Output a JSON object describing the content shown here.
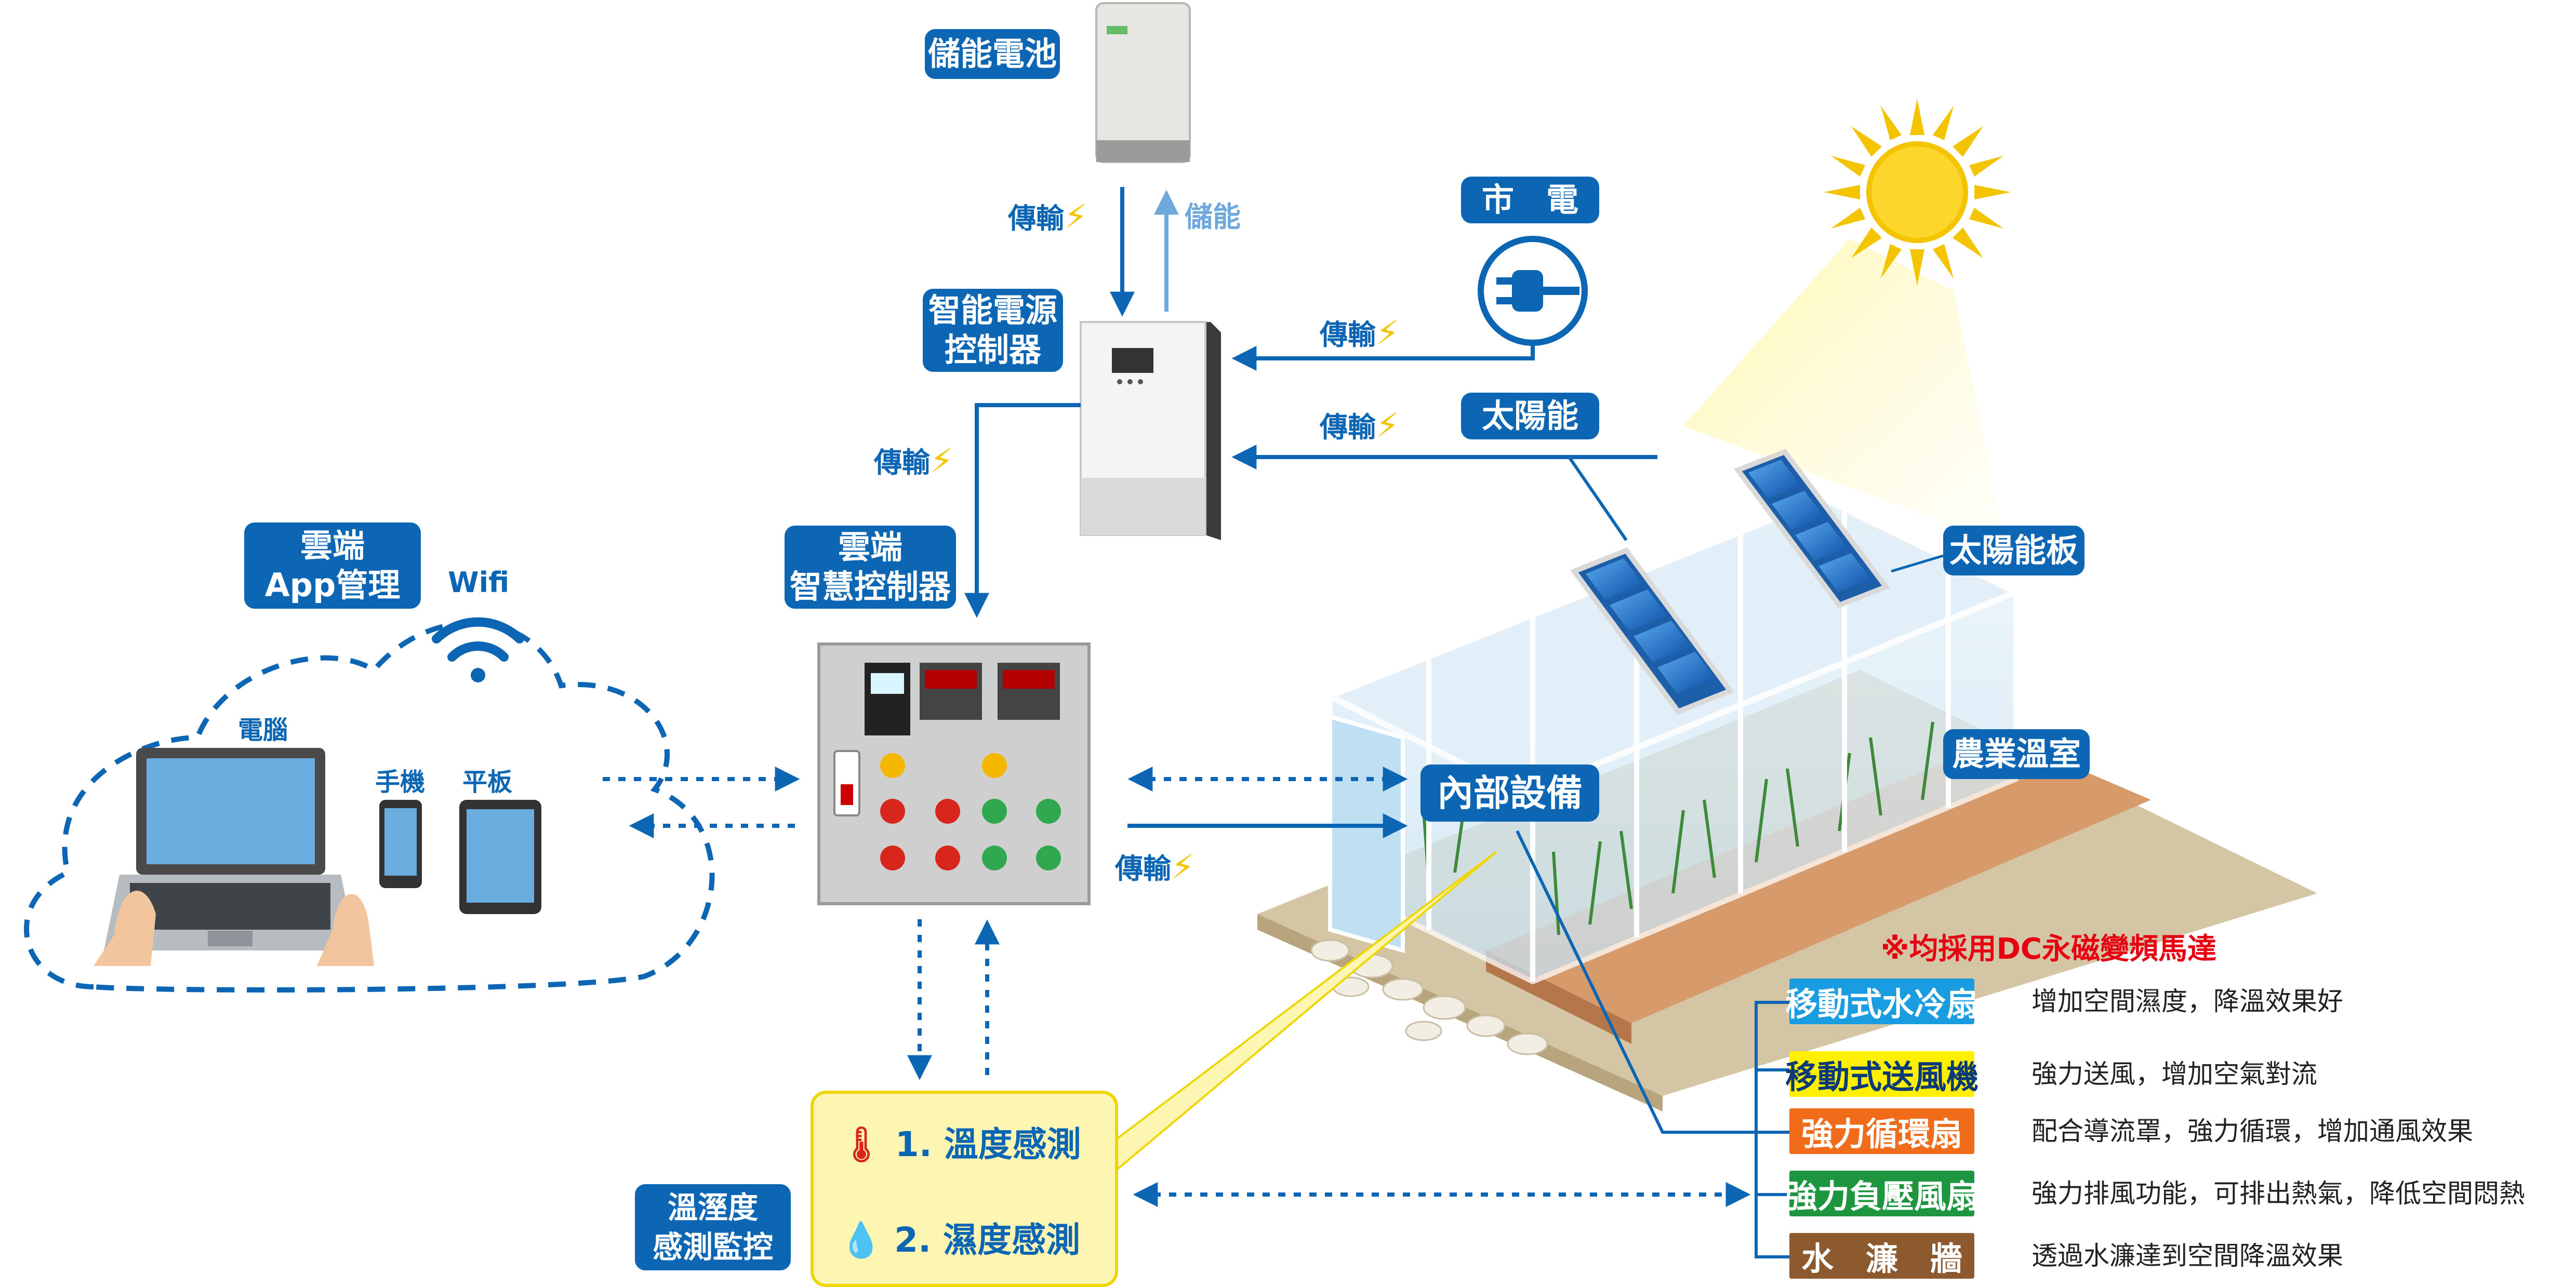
{
  "labels": {
    "battery": "儲能電池",
    "transmit": "傳輸",
    "store": "儲能",
    "grid": "市　電",
    "smart_power": "智能電源\n控制器",
    "solar": "太陽能",
    "solar_panel": "太陽能板",
    "cloud_controller": "雲端\n智慧控制器",
    "cloud_app": "雲端\nApp管理",
    "wifi": "Wifi",
    "computer": "電腦",
    "phone": "手機",
    "tablet": "平板",
    "internal_equipment": "內部設備",
    "greenhouse": "農業溫室",
    "sensor_monitor": "溫溼度\n感測監控"
  },
  "sensor_box": {
    "temp": "1.  溫度感測",
    "humidity": "2.  濕度感測"
  },
  "note": "※均採用DC永磁變頻馬達",
  "equipment": [
    {
      "name": "移動式水冷扇",
      "desc": "增加空間濕度，降溫效果好",
      "bg": "#1a9ce0",
      "fg": "#ffffff"
    },
    {
      "name": "移動式送風機",
      "desc": "強力送風，增加空氣對流",
      "bg": "#fff000",
      "fg": "#0c3a78"
    },
    {
      "name": "強力循環扇",
      "desc": "配合導流罩，強力循環，增加通風效果",
      "bg": "#f06c1a",
      "fg": "#ffffff"
    },
    {
      "name": "強力負壓風扇",
      "desc": "強力排風功能，可排出熱氣，降低空間悶熱",
      "bg": "#1e9640",
      "fg": "#ffffff"
    },
    {
      "name": "水　濂　牆",
      "desc": "透過水濂達到空間降溫效果",
      "bg": "#8c5a2e",
      "fg": "#ffffff"
    }
  ],
  "colors": {
    "primary": "#0c66b4",
    "light_arrow": "#6fa8dc",
    "bolt": "#f5c400",
    "note": "#e60012"
  },
  "icons": [
    "battery-icon",
    "plug-icon",
    "inverter-icon",
    "control-panel-icon",
    "wifi-icon",
    "laptop-icon",
    "phone-icon",
    "tablet-icon",
    "sun-icon",
    "greenhouse-icon",
    "thermometer-icon",
    "droplet-icon",
    "bolt-icon"
  ]
}
